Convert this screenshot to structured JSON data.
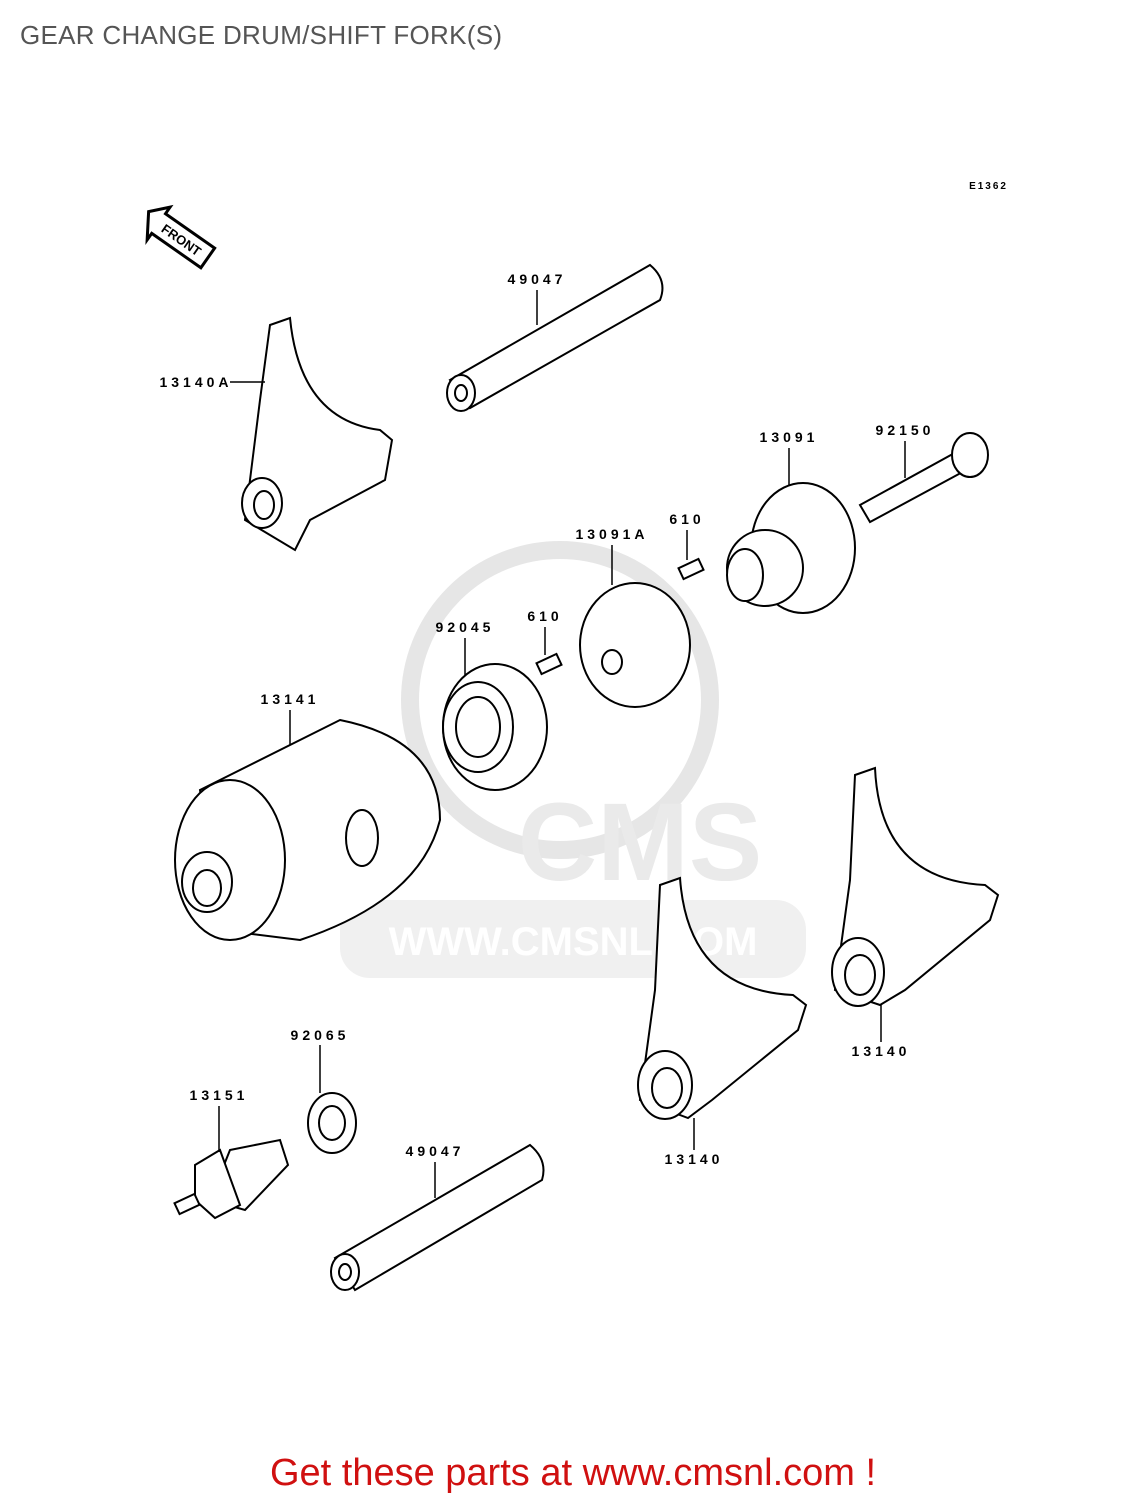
{
  "header": {
    "title": "GEAR CHANGE DRUM/SHIFT FORK(S)"
  },
  "diagram": {
    "ref_code": "E1362",
    "front_arrow": "FRONT",
    "watermark": {
      "logo_text": "CMS",
      "url_text": "WWW.CMSNL.COM"
    },
    "callouts": {
      "shaft_top": "49047",
      "fork_a": "13140A",
      "drum_cam": "13091",
      "bolt": "92150",
      "pin_upper": "610",
      "pin_plate": "13091A",
      "pin_lower": "610",
      "bearing": "92045",
      "drum": "13141",
      "fork_right": "13140",
      "fork_middle": "13140",
      "washer": "92065",
      "switch": "13151",
      "shaft_bottom": "49047"
    }
  },
  "footer": {
    "text": "Get these parts at www.cmsnl.com !"
  }
}
